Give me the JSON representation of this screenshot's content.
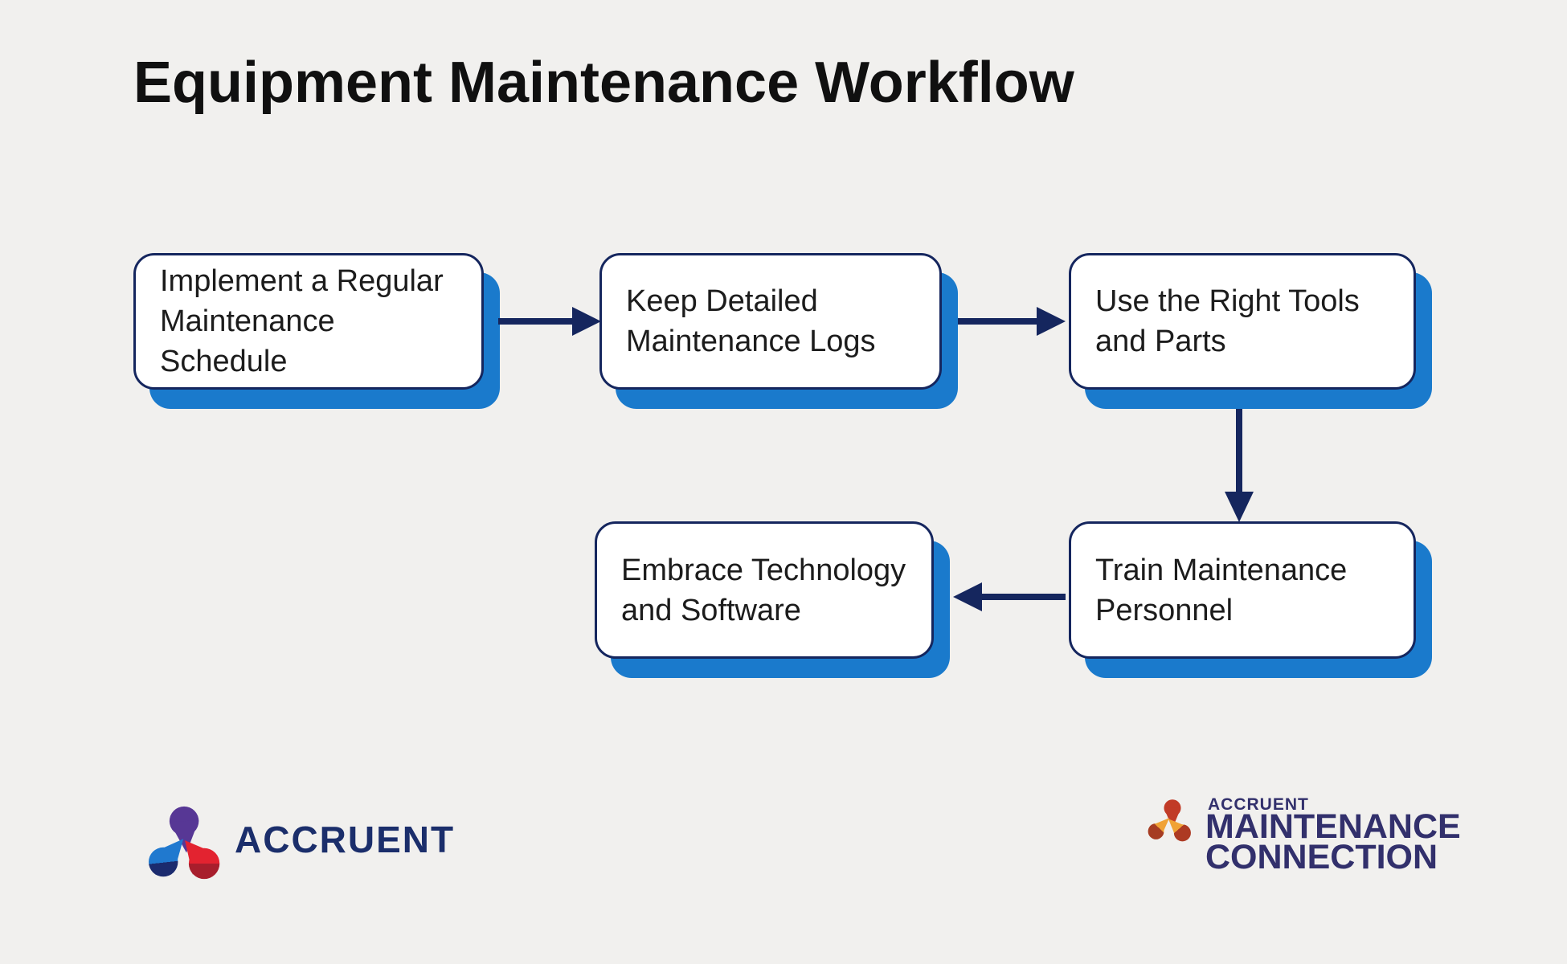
{
  "title": "Equipment Maintenance Workflow",
  "diagram": {
    "type": "flowchart",
    "steps": [
      {
        "id": 1,
        "label": "Implement a Regular Maintenance Schedule",
        "row": 1,
        "col": 1
      },
      {
        "id": 2,
        "label": "Keep Detailed Maintenance Logs",
        "row": 1,
        "col": 2
      },
      {
        "id": 3,
        "label": "Use the Right Tools and Parts",
        "row": 1,
        "col": 3
      },
      {
        "id": 4,
        "label": "Train Maintenance Personnel",
        "row": 2,
        "col": 3
      },
      {
        "id": 5,
        "label": "Embrace Technology and Software",
        "row": 2,
        "col": 2
      }
    ],
    "connections": [
      {
        "from": 1,
        "to": 2,
        "direction": "right"
      },
      {
        "from": 2,
        "to": 3,
        "direction": "right"
      },
      {
        "from": 3,
        "to": 4,
        "direction": "down"
      },
      {
        "from": 4,
        "to": 5,
        "direction": "left"
      }
    ]
  },
  "branding": {
    "accruent_wordmark": "ACCRUENT",
    "maintenance_connection": {
      "line1": "ACCRUENT",
      "line2": "MAINTENANCE",
      "line3": "CONNECTION"
    }
  },
  "colors": {
    "background": "#f1f0ee",
    "box_fill": "#ffffff",
    "box_border": "#15265e",
    "box_shadow_blue": "#1a7acc",
    "arrow_navy": "#15265e",
    "title_text": "#101010",
    "logo_navy": "#1b2e6b",
    "mc_logo_indigo": "#32306c",
    "accruent_purple": "#573795",
    "accruent_light_blue": "#2079cf",
    "accruent_dark_navy": "#1b2b6e",
    "accruent_red": "#e32330",
    "accruent_dark_red": "#a81e2c",
    "mc_brick_red": "#c13b27",
    "mc_orange": "#f0a235",
    "mc_rust": "#a63c22"
  }
}
